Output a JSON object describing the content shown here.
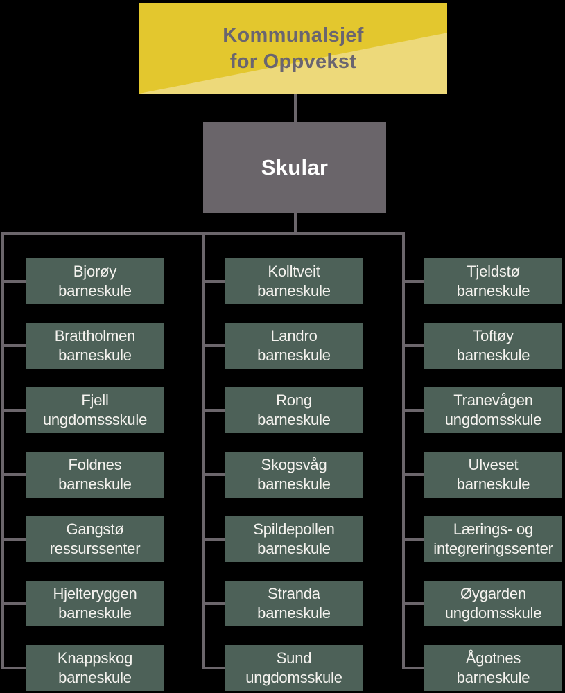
{
  "root": {
    "line1": "Kommunalsjef",
    "line2": "for Oppvekst"
  },
  "level2": {
    "label": "Skular"
  },
  "columns": [
    {
      "items": [
        {
          "line1": "Bjorøy",
          "line2": "barneskule"
        },
        {
          "line1": "Brattholmen",
          "line2": "barneskule"
        },
        {
          "line1": "Fjell",
          "line2": "ungdomssskule"
        },
        {
          "line1": "Foldnes",
          "line2": "barneskule"
        },
        {
          "line1": "Gangstø",
          "line2": "ressurssenter"
        },
        {
          "line1": "Hjelteryggen",
          "line2": "barneskule"
        },
        {
          "line1": "Knappskog",
          "line2": "barneskule"
        }
      ]
    },
    {
      "items": [
        {
          "line1": "Kolltveit",
          "line2": "barneskule"
        },
        {
          "line1": "Landro",
          "line2": "barneskule"
        },
        {
          "line1": "Rong",
          "line2": "barneskule"
        },
        {
          "line1": "Skogsvåg",
          "line2": "barneskule"
        },
        {
          "line1": "Spildepollen",
          "line2": "barneskule"
        },
        {
          "line1": "Stranda",
          "line2": "barneskule"
        },
        {
          "line1": "Sund",
          "line2": "ungdomsskule"
        }
      ]
    },
    {
      "items": [
        {
          "line1": "Tjeldstø",
          "line2": "barneskule"
        },
        {
          "line1": "Toftøy",
          "line2": "barneskule"
        },
        {
          "line1": "Tranevågen",
          "line2": "ungdomsskule"
        },
        {
          "line1": "Ulveset",
          "line2": "barneskule"
        },
        {
          "line1": "Lærings- og",
          "line2": "integreringssenter"
        },
        {
          "line1": "Øygarden",
          "line2": "ungdomsskule"
        },
        {
          "line1": "Ågotnes",
          "line2": "barneskule"
        }
      ]
    }
  ],
  "colors": {
    "background": "#000000",
    "root_box_dark": "#e3c72e",
    "root_box_light": "#edd97a",
    "root_text": "#6a6570",
    "level2_box": "#6a656a",
    "level2_text": "#ffffff",
    "school_box": "#4d6158",
    "school_text": "#f5f3ef",
    "connector": "#6b666b"
  }
}
